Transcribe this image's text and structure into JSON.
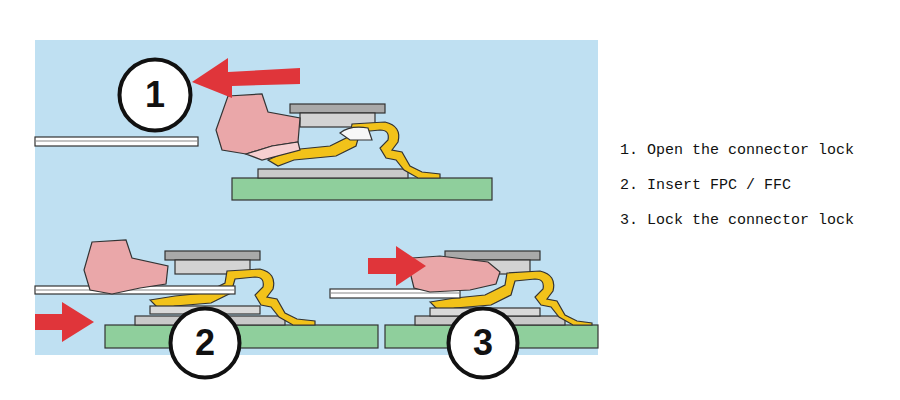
{
  "diagram": {
    "nodes": [
      {
        "text": [
          "1"
        ]
      },
      {
        "text": [
          "2"
        ]
      },
      {
        "text": [
          "3"
        ]
      }
    ],
    "labels": [
      "1. Open the connector lock",
      "2. Insert FPC / FFC",
      "3. Lock the connector lock"
    ]
  }
}
